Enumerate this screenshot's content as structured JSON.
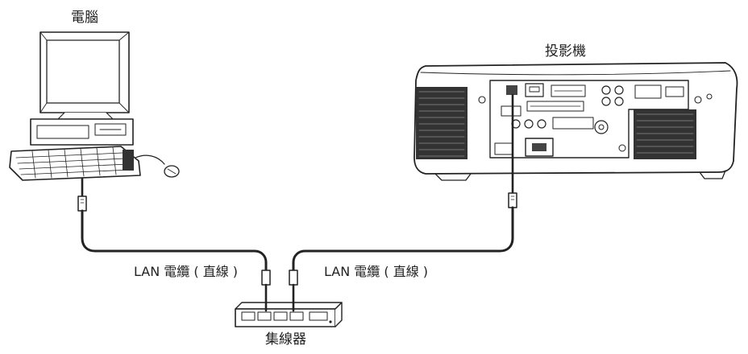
{
  "labels": {
    "computer": "電腦",
    "projector": "投影機",
    "hub": "集線器",
    "cable_left": "LAN 電纜 ( 直線 )",
    "cable_right": "LAN 電纜 ( 直線 )"
  },
  "colors": {
    "line": "#222222",
    "text": "#222222",
    "background": "#ffffff",
    "vent": "#333333"
  }
}
